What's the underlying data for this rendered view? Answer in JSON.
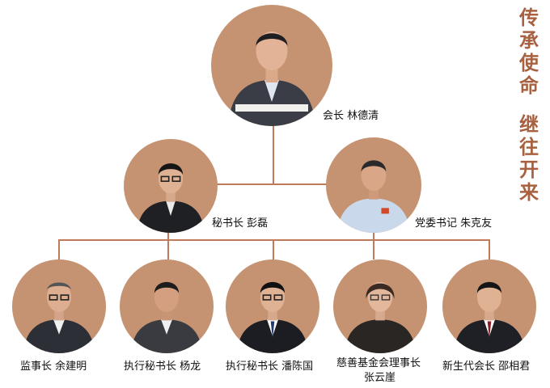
{
  "slogan": {
    "line1": [
      "传",
      "承",
      "使",
      "命"
    ],
    "line2": [
      "继",
      "往",
      "开",
      "来"
    ]
  },
  "people": {
    "president": {
      "label": "会长 林德清"
    },
    "secretary_general": {
      "label": "秘书长 彭磊"
    },
    "party_secretary": {
      "label": "党委书记 朱克友"
    },
    "supervisor": {
      "label": "监事长 余建明"
    },
    "exec_sec_1": {
      "label": "执行秘书长 杨龙"
    },
    "exec_sec_2": {
      "label": "执行秘书长 潘陈国"
    },
    "charity_chair": {
      "label_line1": "慈善基金会理事长",
      "label_line2": "张云崖"
    },
    "new_gen_president": {
      "label": "新生代会长 邵相君"
    }
  },
  "colors": {
    "circle_bg": "#c59372",
    "connector": "#c07a5a",
    "slogan": "#a86140"
  }
}
